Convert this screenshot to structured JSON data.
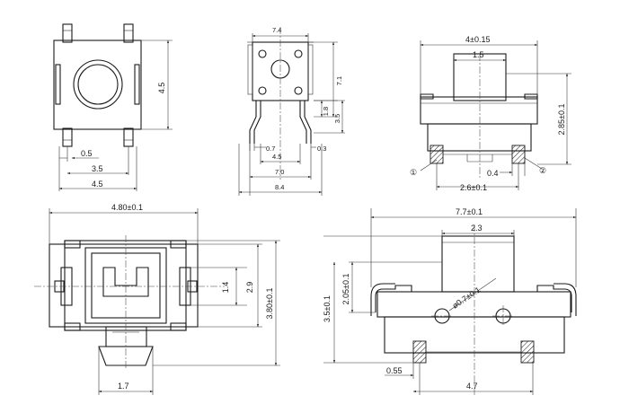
{
  "views": {
    "top": {
      "d1": "0.5",
      "d2": "3.5",
      "d3": "4.5",
      "h": "4.5"
    },
    "front_dip": {
      "top_w": "7.4",
      "h_total": "7.1",
      "h1": "1.8",
      "h2": "3.5",
      "lead_w": "0.7",
      "lead_t": "0.3",
      "pitch": "4.5",
      "row": "7.0",
      "span": "8.4"
    },
    "side_small": {
      "width": "4±0.15",
      "act_w": "1.5",
      "height": "2.85±0.1",
      "pin1": "①",
      "pin2": "②",
      "gap": "0.4",
      "pitch": "2.6±0.1"
    },
    "bottom_large": {
      "width": "4.80±0.1",
      "h1": "1.4",
      "h2": "2.9",
      "h3": "3.80±0.1",
      "foot": "1.7"
    },
    "front_large": {
      "width": "7.7±0.1",
      "act_w": "2.3",
      "h1": "2.05±0.1",
      "h2": "3.5±0.1",
      "hole": "ø0.7±0.1",
      "pad": "0.55",
      "pitch": "4.7"
    }
  }
}
